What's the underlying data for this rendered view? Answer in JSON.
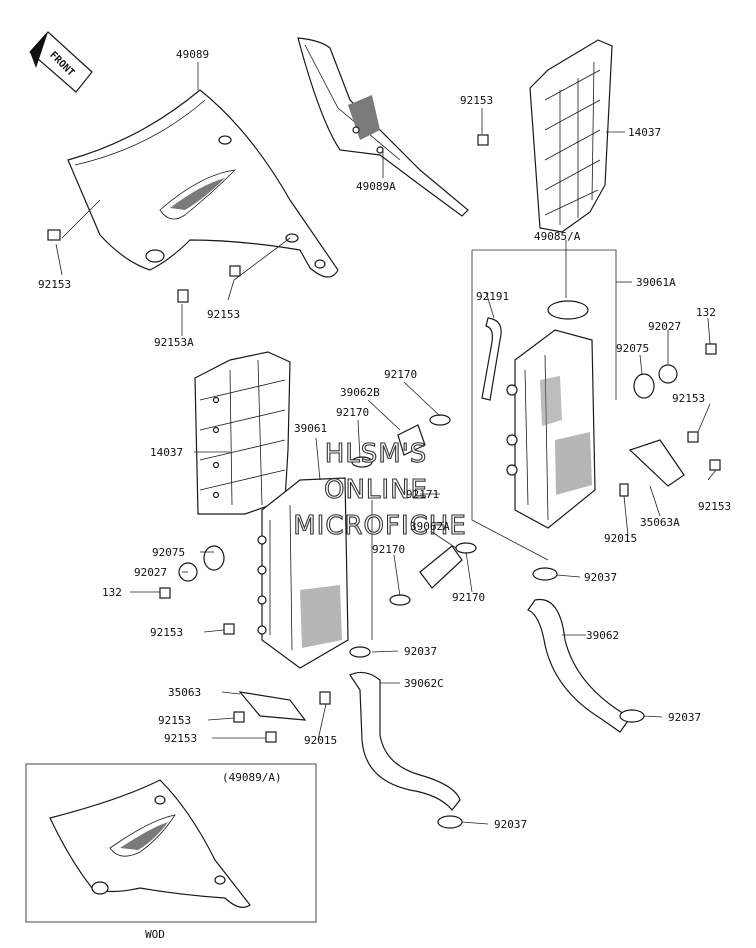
{
  "front_indicator": {
    "label": "FRONT"
  },
  "watermark": {
    "lines": [
      "HLSM'S",
      "ONLINE",
      "MICROFICHE"
    ]
  },
  "inset": {
    "title": "(49089/A)",
    "caption": "WOD"
  },
  "parts": [
    {
      "id": "p1",
      "label": "49089"
    },
    {
      "id": "p2",
      "label": "92153"
    },
    {
      "id": "p3",
      "label": "14037"
    },
    {
      "id": "p4",
      "label": "49089A"
    },
    {
      "id": "p5",
      "label": "92153"
    },
    {
      "id": "p6",
      "label": "92153"
    },
    {
      "id": "p7",
      "label": "92153A"
    },
    {
      "id": "p8",
      "label": "49085/A"
    },
    {
      "id": "p9",
      "label": "39061A"
    },
    {
      "id": "p10",
      "label": "92191"
    },
    {
      "id": "p11",
      "label": "132"
    },
    {
      "id": "p12",
      "label": "92027"
    },
    {
      "id": "p13",
      "label": "92075"
    },
    {
      "id": "p14",
      "label": "92170"
    },
    {
      "id": "p15",
      "label": "39062B"
    },
    {
      "id": "p16",
      "label": "92170"
    },
    {
      "id": "p17",
      "label": "39061"
    },
    {
      "id": "p18",
      "label": "14037"
    },
    {
      "id": "p19",
      "label": "92153"
    },
    {
      "id": "p20",
      "label": "92153"
    },
    {
      "id": "p21",
      "label": "92171"
    },
    {
      "id": "p22",
      "label": "35063A"
    },
    {
      "id": "p23",
      "label": "39062A"
    },
    {
      "id": "p24",
      "label": "92015"
    },
    {
      "id": "p25",
      "label": "92075"
    },
    {
      "id": "p26",
      "label": "92170"
    },
    {
      "id": "p27",
      "label": "92027"
    },
    {
      "id": "p28",
      "label": "92037"
    },
    {
      "id": "p29",
      "label": "132"
    },
    {
      "id": "p30",
      "label": "92170"
    },
    {
      "id": "p31",
      "label": "39062"
    },
    {
      "id": "p32",
      "label": "92153"
    },
    {
      "id": "p33",
      "label": "92037"
    },
    {
      "id": "p34",
      "label": "39062C"
    },
    {
      "id": "p35",
      "label": "35063"
    },
    {
      "id": "p36",
      "label": "92153"
    },
    {
      "id": "p37",
      "label": "92015"
    },
    {
      "id": "p38",
      "label": "92153"
    },
    {
      "id": "p39",
      "label": "92037"
    },
    {
      "id": "p40",
      "label": "92037"
    }
  ]
}
